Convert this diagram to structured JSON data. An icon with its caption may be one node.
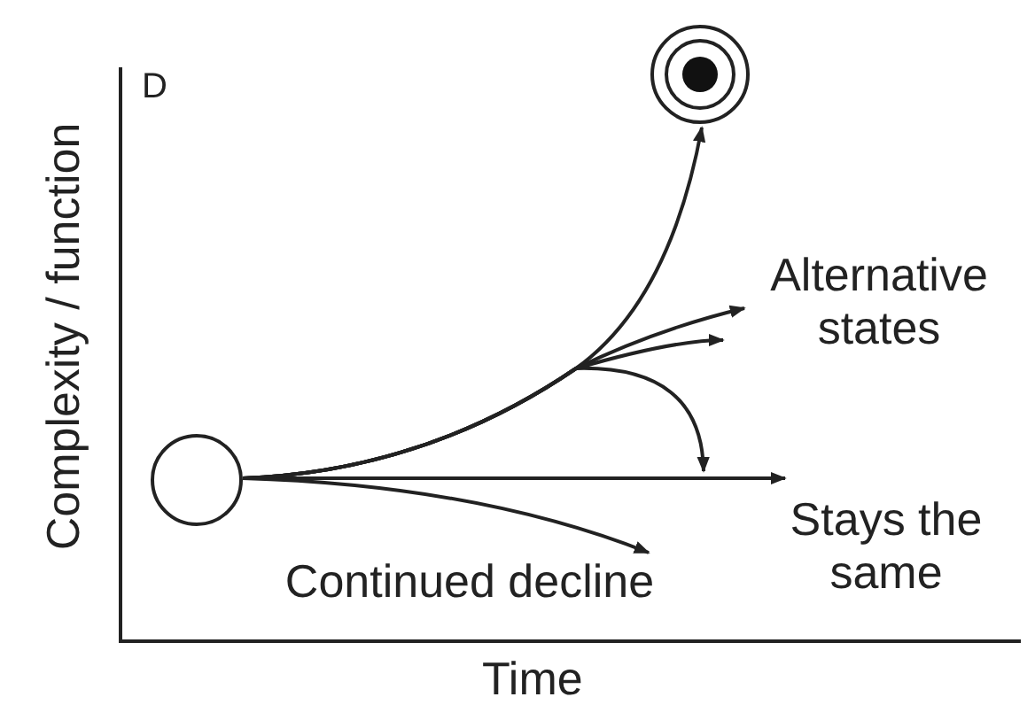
{
  "diagram": {
    "nodes": [
      {
        "text": [],
        "shape": "circle"
      },
      {
        "text": [],
        "shape": "target"
      },
      {
        "text": [
          "Alternative states"
        ]
      },
      {
        "text": [
          "Stays the same"
        ]
      },
      {
        "text": [
          "Continued decline"
        ]
      }
    ],
    "edges": [
      {
        "from": 0,
        "to": 1,
        "arrow": "to"
      },
      {
        "from": 0,
        "to": 2,
        "arrow": "to"
      },
      {
        "from": 0,
        "to": 2,
        "arrow": "to"
      },
      {
        "from": 0,
        "to": 3,
        "arrow": "to"
      },
      {
        "from": 0,
        "to": 3,
        "arrow": "to"
      },
      {
        "from": 0,
        "to": 4,
        "arrow": "to"
      }
    ],
    "labels": [
      "D",
      "Complexity / function",
      "Time"
    ]
  }
}
